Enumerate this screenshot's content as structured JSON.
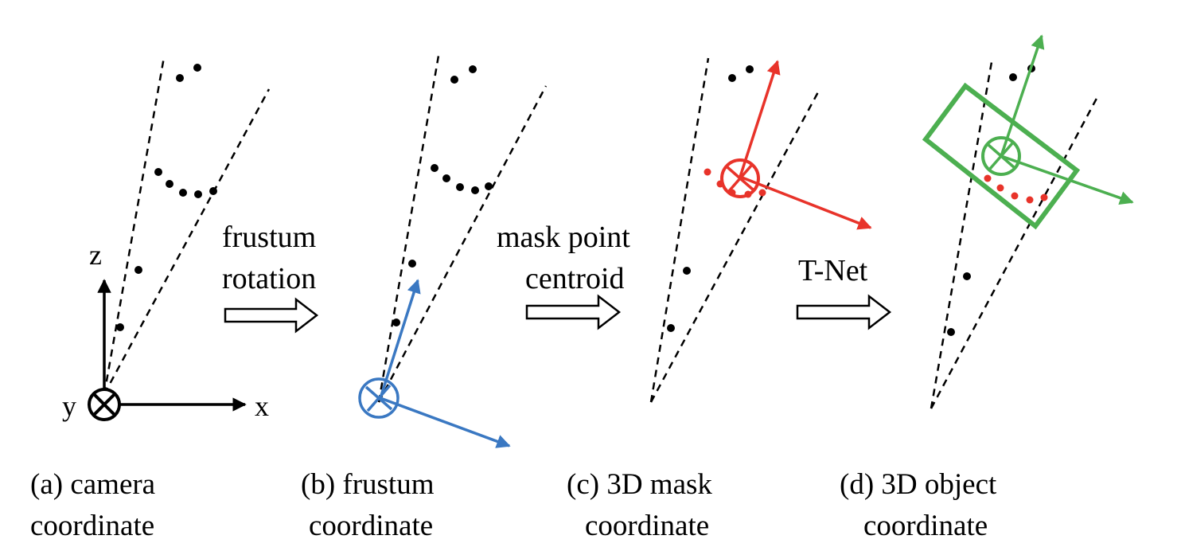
{
  "colors": {
    "black": "#000000",
    "blue": "#3a78c2",
    "red": "#e8332a",
    "green": "#4caf50"
  },
  "panel_a": {
    "axis_z": "z",
    "axis_x": "x",
    "axis_y": "y",
    "caption_line1": "(a) camera",
    "caption_line2": "coordinate"
  },
  "arrow_1": {
    "line1": "frustum",
    "line2": "rotation"
  },
  "panel_b": {
    "caption_line1": "(b) frustum",
    "caption_line2": "coordinate"
  },
  "arrow_2": {
    "line1": "mask point",
    "line2": "centroid"
  },
  "panel_c": {
    "caption_line1": "(c) 3D mask",
    "caption_line2": "coordinate"
  },
  "arrow_3": {
    "line1": "T-Net"
  },
  "panel_d": {
    "caption_line1": "(d) 3D object",
    "caption_line2": "coordinate"
  }
}
